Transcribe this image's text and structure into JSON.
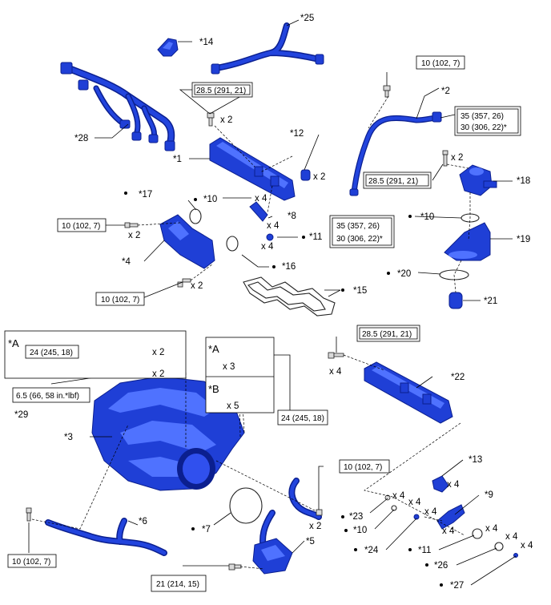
{
  "parts": {
    "p1": "*1",
    "p2": "*2",
    "p3": "*3",
    "p4": "*4",
    "p5": "*5",
    "p6": "*6",
    "p7": "*7",
    "p8": "*8",
    "p9": "*9",
    "p10a": "*10",
    "p10b": "*10",
    "p10c": "*10",
    "p11a": "*11",
    "p11b": "*11",
    "p12": "*12",
    "p13": "*13",
    "p14": "*14",
    "p15": "*15",
    "p16": "*16",
    "p17": "*17",
    "p18": "*18",
    "p19": "*19",
    "p20": "*20",
    "p21": "*21",
    "p22": "*22",
    "p23": "*23",
    "p24": "*24",
    "p25": "*25",
    "p26": "*26",
    "p27": "*27",
    "p28": "*28",
    "p29": "*29"
  },
  "torques": {
    "t_10_top": "10 (102, 7)",
    "t_285_a": "28.5 (291, 21)",
    "t_35_top_1": "35 (357, 26)",
    "t_35_top_2": "30 (306, 22)*",
    "t_285_b": "28.5 (291, 21)",
    "t_35_mid_1": "35 (357, 26)",
    "t_35_mid_2": "30 (306, 22)*",
    "t_10_left": "10 (102, 7)",
    "t_10_mid": "10 (102, 7)",
    "t_285_c": "28.5 (291, 21)",
    "t_24_a": "24 (245, 18)",
    "t_65": "6.5 (66, 58 in.*lbf)",
    "t_24_b": "24 (245, 18)",
    "t_10_right": "10 (102, 7)",
    "t_10_bl": "10 (102, 7)",
    "t_21": "21 (214, 15)"
  },
  "qty": {
    "x2": "x 2",
    "x3": "x 3",
    "x4": "x 4",
    "x5": "x 5"
  },
  "callouts": {
    "a": "*A",
    "b": "*B"
  }
}
